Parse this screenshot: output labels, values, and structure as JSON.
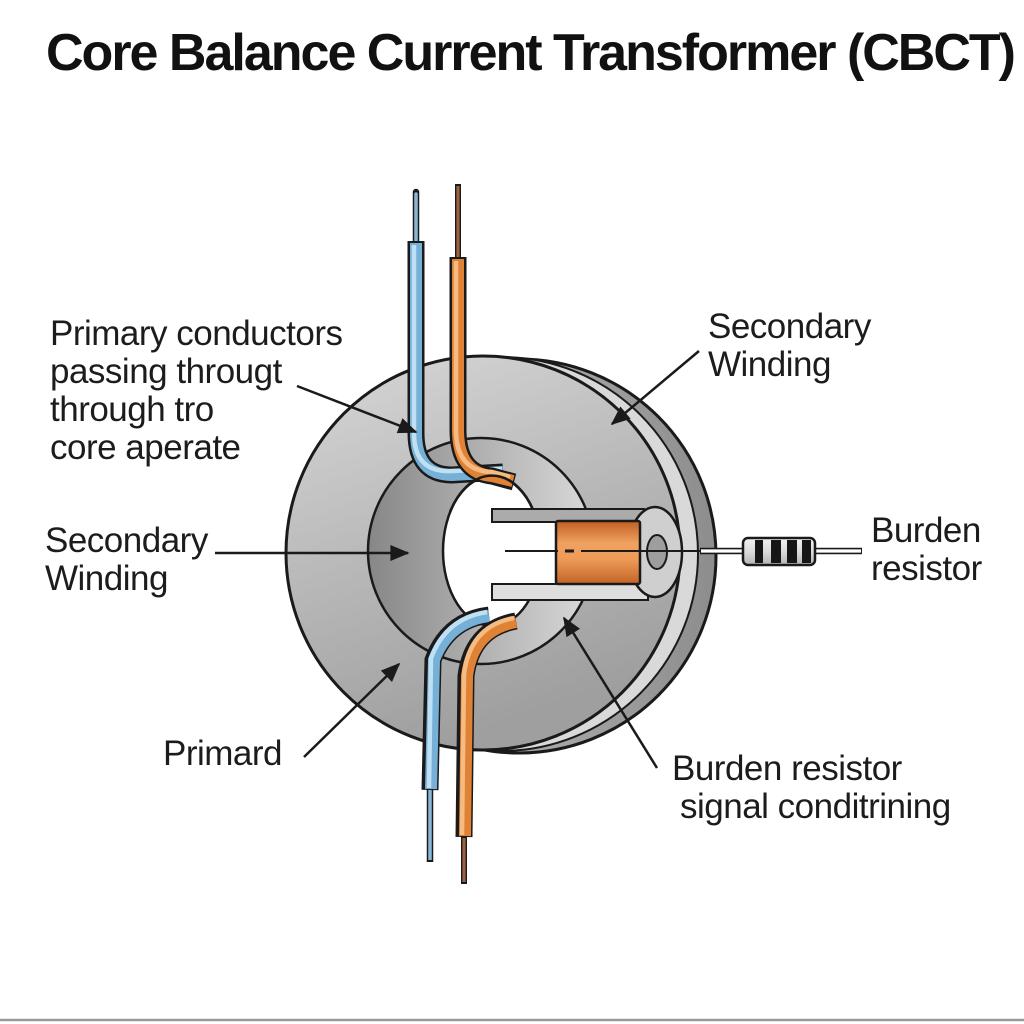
{
  "title": "Core Balance Current Transformer (CBCT)",
  "labels": {
    "primary_conductors": {
      "line1": "Primary conductors",
      "line2": "passing througt",
      "line3": "through tro",
      "line4": "core aperate"
    },
    "secondary_winding_top": {
      "line1": "Secondary",
      "line2": "Winding"
    },
    "secondary_winding_left": {
      "line1": "Secondary",
      "line2": "Winding"
    },
    "primary_bottom": {
      "line1": "Primard"
    },
    "burden_resistor_right": {
      "line1": "Burden",
      "line2": "resistor"
    },
    "burden_signal_bottom": {
      "line1": "Burden resistor",
      "line2": "signal conditrining"
    }
  },
  "diagram": {
    "background": "#ffffff",
    "outline": "#1a1a1a",
    "core_gray": "#b5b5b5",
    "core_gray_light": "#d9d9d9",
    "bore_gray_dark": "#8a8a8a",
    "wire_blue": "#77b0d6",
    "wire_blue_highlight": "#bfe0f4",
    "wire_blue_tip": "#8ab8d8",
    "wire_orange": "#e08236",
    "wire_orange_highlight": "#f6bb80",
    "wire_orange_tip": "#9b6340",
    "coil_orange_mid": "#f0a160",
    "coil_orange_edge": "#bf5f22",
    "resistor_body": "#e2e2e2",
    "resistor_band": "#161616"
  }
}
